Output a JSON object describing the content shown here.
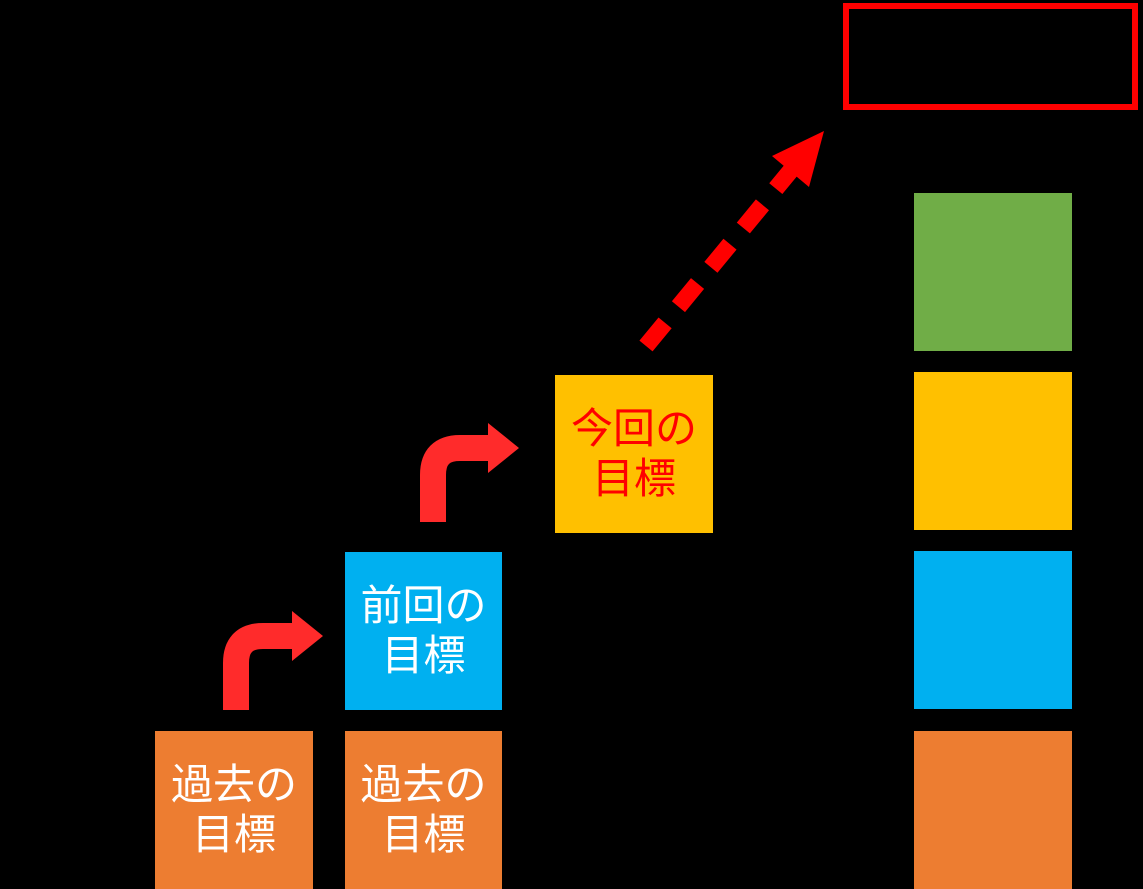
{
  "diagram": {
    "background_color": "#000000",
    "future_goal_box": {
      "label": "",
      "border_color": "#FF0000"
    },
    "staircase_boxes": [
      {
        "id": "past-goal-1",
        "label": "過去の\n目標",
        "fill": "#ED7D31",
        "text_color": "#FFFFFF"
      },
      {
        "id": "past-goal-2",
        "label": "過去の\n目標",
        "fill": "#ED7D31",
        "text_color": "#FFFFFF"
      },
      {
        "id": "previous-goal",
        "label": "前回の\n目標",
        "fill": "#00B0F0",
        "text_color": "#FFFFFF"
      },
      {
        "id": "current-goal",
        "label": "今回の\n目標",
        "fill": "#FFC000",
        "text_color": "#FF0000"
      }
    ],
    "right_column_boxes": [
      {
        "id": "level-4",
        "fill": "#70AD47"
      },
      {
        "id": "level-3",
        "fill": "#FFC000"
      },
      {
        "id": "level-2",
        "fill": "#00B0F0"
      },
      {
        "id": "level-1",
        "fill": "#ED7D31"
      }
    ],
    "arrows": {
      "bent_arrow_color": "#FF2B2B",
      "dashed_arrow_color": "#FF0000"
    }
  }
}
